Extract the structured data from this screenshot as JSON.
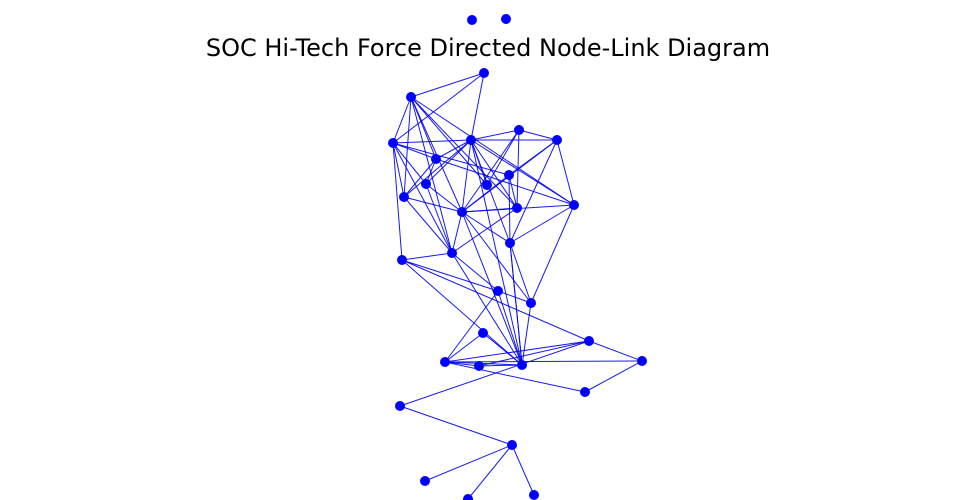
{
  "title": "SOC Hi-Tech Force Directed Node-Link Diagram",
  "colors": {
    "node": "#0000ff",
    "edge": "#0000ee",
    "background": "#ffffff"
  },
  "nodes": [
    {
      "id": 1
    },
    {
      "id": 2
    },
    {
      "id": 3
    },
    {
      "id": 4
    },
    {
      "id": 5
    },
    {
      "id": 6
    },
    {
      "id": 7
    },
    {
      "id": 8
    },
    {
      "id": 9
    },
    {
      "id": 10
    },
    {
      "id": 11
    },
    {
      "id": 12
    },
    {
      "id": 13
    },
    {
      "id": 14
    },
    {
      "id": 15
    },
    {
      "id": 16
    },
    {
      "id": 17
    },
    {
      "id": 18
    },
    {
      "id": 19
    },
    {
      "id": 20
    },
    {
      "id": 21
    },
    {
      "id": 22
    },
    {
      "id": 23
    },
    {
      "id": 24
    },
    {
      "id": 25
    },
    {
      "id": 26
    },
    {
      "id": 27
    },
    {
      "id": 28
    },
    {
      "id": 29
    },
    {
      "id": 30
    },
    {
      "id": 31
    },
    {
      "id": 32
    },
    {
      "id": 33
    }
  ],
  "edges": [
    [
      3,
      4
    ],
    [
      3,
      5
    ],
    [
      3,
      8
    ],
    [
      4,
      8
    ],
    [
      4,
      9
    ],
    [
      8,
      10
    ],
    [
      8,
      19
    ],
    [
      8,
      9
    ],
    [
      4,
      15
    ],
    [
      4,
      13
    ],
    [
      4,
      18
    ],
    [
      4,
      24
    ],
    [
      4,
      11
    ],
    [
      4,
      16
    ],
    [
      4,
      6
    ],
    [
      4,
      7
    ],
    [
      4,
      12
    ],
    [
      4,
      14
    ],
    [
      5,
      8
    ],
    [
      5,
      13
    ],
    [
      5,
      15
    ],
    [
      5,
      9
    ],
    [
      5,
      16
    ],
    [
      5,
      17
    ],
    [
      5,
      11
    ],
    [
      5,
      14
    ],
    [
      6,
      7
    ],
    [
      6,
      13
    ],
    [
      6,
      11
    ],
    [
      6,
      16
    ],
    [
      7,
      10
    ],
    [
      7,
      16
    ],
    [
      7,
      18
    ],
    [
      7,
      15
    ],
    [
      8,
      17
    ],
    [
      8,
      12
    ],
    [
      8,
      14
    ],
    [
      9,
      15
    ],
    [
      9,
      12
    ],
    [
      9,
      14
    ],
    [
      10,
      13
    ],
    [
      10,
      18
    ],
    [
      10,
      16
    ],
    [
      12,
      16
    ],
    [
      12,
      17
    ],
    [
      13,
      17
    ],
    [
      13,
      16
    ],
    [
      14,
      16
    ],
    [
      14,
      17
    ],
    [
      15,
      16
    ],
    [
      15,
      18
    ],
    [
      16,
      18
    ],
    [
      16,
      20
    ],
    [
      17,
      19
    ],
    [
      17,
      16
    ],
    [
      18,
      20
    ],
    [
      19,
      21
    ],
    [
      19,
      26
    ],
    [
      19,
      24
    ],
    [
      17,
      21
    ],
    [
      17,
      24
    ],
    [
      18,
      24
    ],
    [
      16,
      24
    ],
    [
      20,
      21
    ],
    [
      20,
      24
    ],
    [
      21,
      25
    ],
    [
      22,
      24
    ],
    [
      22,
      25
    ],
    [
      21,
      24
    ],
    [
      23,
      24
    ],
    [
      23,
      25
    ],
    [
      23,
      26
    ],
    [
      24,
      25
    ],
    [
      25,
      26
    ],
    [
      25,
      27
    ],
    [
      25,
      28
    ],
    [
      26,
      27
    ],
    [
      27,
      28
    ],
    [
      26,
      29
    ],
    [
      29,
      30
    ],
    [
      30,
      33
    ],
    [
      30,
      32
    ],
    [
      30,
      31
    ],
    [
      18,
      24
    ],
    [
      15,
      20
    ]
  ]
}
